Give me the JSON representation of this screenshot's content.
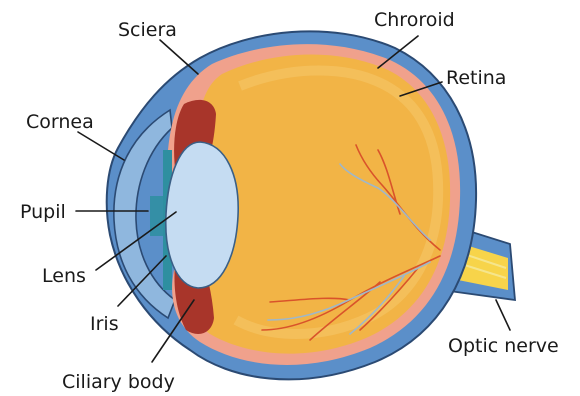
{
  "labels": {
    "sclera": "Sciera",
    "chroroid": "Chroroid",
    "retina": "Retina",
    "cornea": "Cornea",
    "pupil": "Pupil",
    "lens": "Lens",
    "iris": "Iris",
    "ciliary_body": "Ciliary body",
    "optic_nerve": "Optic nerve"
  },
  "colors": {
    "sclera": "#5b8fc9",
    "chroroid": "#f0a18c",
    "retina": "#f0c27a",
    "vitreous": "#f2b446",
    "ciliary": "#a8352a",
    "lens": "#c5dcf2",
    "cornea": "#8fb7de",
    "pupil": "#2e8fa0",
    "optic_nerve": "#f7d44a"
  }
}
